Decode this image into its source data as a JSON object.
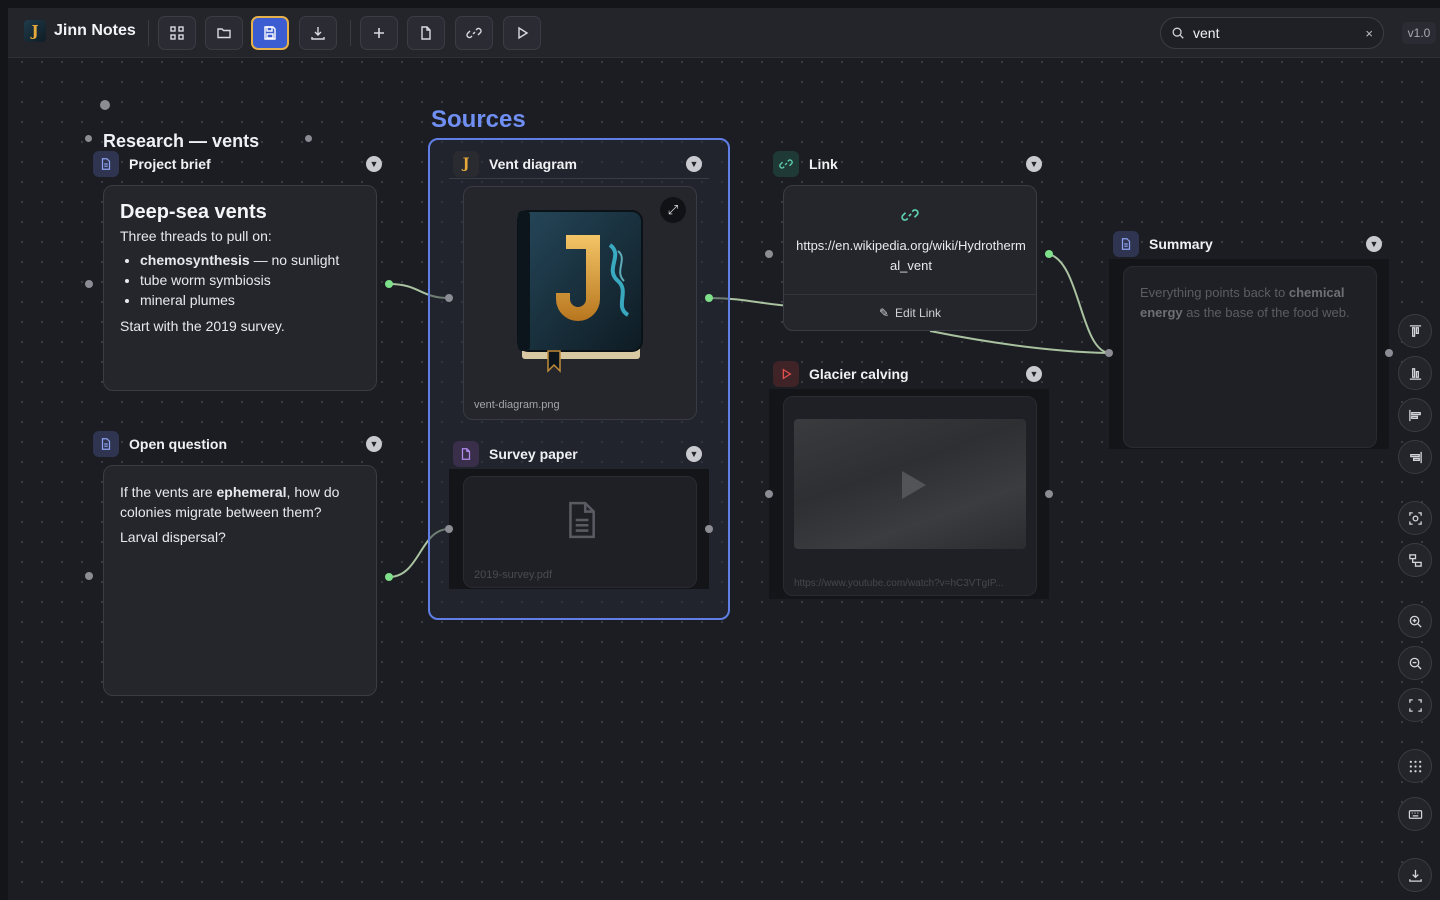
{
  "app": {
    "name": "Jinn Notes",
    "version": "v1.0"
  },
  "toolbar": {
    "buttons": [
      {
        "name": "dashboard-button",
        "icon": "grid-icon"
      },
      {
        "name": "open-button",
        "icon": "folder-icon"
      },
      {
        "name": "save-button",
        "icon": "save-icon",
        "active": true
      },
      {
        "name": "export-button",
        "icon": "download-icon"
      },
      {
        "name": "add-note-button",
        "icon": "plus-icon"
      },
      {
        "name": "add-file-button",
        "icon": "file-icon"
      },
      {
        "name": "add-link-button",
        "icon": "link-icon"
      },
      {
        "name": "add-video-button",
        "icon": "play-icon"
      }
    ],
    "accent": "#3c5cd1"
  },
  "search": {
    "value": "vent",
    "clear": "×"
  },
  "canvas": {
    "research_group_title": "Research — vents",
    "sources_group_title": "Sources",
    "nodes": {
      "project_brief": {
        "title": "Project brief",
        "heading": "Deep-sea vents",
        "intro": "Three threads to pull on:",
        "bullets": [
          {
            "strong": "chemosynthesis",
            "rest": " — no sunlight"
          },
          {
            "strong": "",
            "rest": "tube worm symbiosis"
          },
          {
            "strong": "",
            "rest": "mineral plumes"
          }
        ],
        "outro": "Start with the 2019 survey."
      },
      "open_question": {
        "title": "Open question",
        "line1_pre": "If the vents are ",
        "line1_strong": "ephemeral",
        "line1_post": ", how do colonies migrate between them?",
        "line2": "Larval dispersal?"
      },
      "vent_diagram": {
        "title": "Vent diagram",
        "filename": "vent-diagram.png"
      },
      "survey_paper": {
        "title": "Survey paper",
        "filename": "2019-survey.pdf"
      },
      "link": {
        "title": "Link",
        "url": "https://en.wikipedia.org/wiki/Hydrothermal_vent",
        "edit_label": "Edit Link"
      },
      "glacier": {
        "title": "Glacier calving",
        "url": "https://www.youtube.com/watch?v=hC3VTgIP..."
      },
      "summary": {
        "title": "Summary",
        "pre": "Everything points back to ",
        "strong": "chemical energy",
        "post": " as the base of the food web."
      }
    }
  },
  "right_tools": [
    "align-top-icon",
    "align-bottom-icon",
    "align-left-icon",
    "align-right-icon",
    "focus-icon",
    "layout-icon",
    "zoom-in-icon",
    "zoom-out-icon",
    "fit-view-icon",
    "grid-dots-icon",
    "keyboard-icon",
    "download-icon"
  ],
  "colors": {
    "group_border": "#5f7fe6",
    "edge": "#a9c2a0",
    "port_active": "#7ee08a",
    "link_icon": "#5fd0b0",
    "video_icon": "#e0504f"
  }
}
